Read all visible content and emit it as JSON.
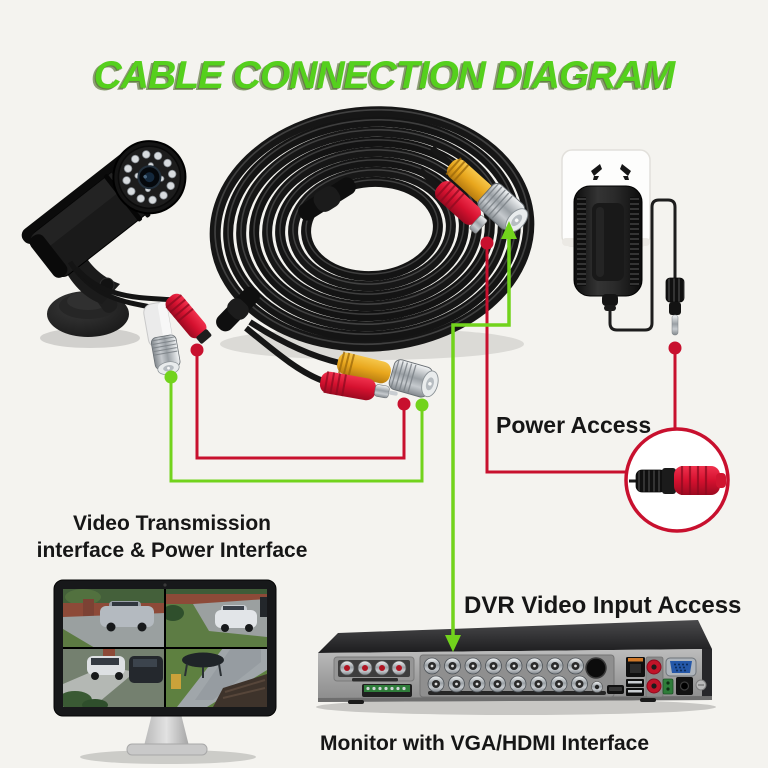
{
  "title": "CABLE CONNECTION DIAGRAM",
  "labels": {
    "power_access": "Power Access",
    "video_transmission": {
      "line1": "Video Transmission",
      "line2": "interface & Power Interface"
    },
    "dvr_video_input": "DVR Video Input Access",
    "monitor_interface": "Monitor with VGA/HDMI Interface"
  },
  "colors": {
    "title_green": "#55d01d",
    "line_green": "#72d31c",
    "line_red": "#c8102e",
    "label_text": "#161616",
    "background": "#f4f3ef"
  },
  "components": {
    "camera": "bullet-security-camera-with-bnc-and-power-pigtails",
    "cable": "coiled-siamese-video-power-cable-with-bnc-and-dc-connectors",
    "power_adapter": "wall-outlet-with-dc-power-adapter-and-plug",
    "power_access_detail": "mated-dc-power-connectors-in-red-circle",
    "monitor": "monitor-showing-4-channel-cctv-quad-view",
    "dvr": "16-channel-dvr-rear-panel-with-bnc-video-inputs-vga-hdmi"
  },
  "connections": [
    {
      "from": "camera-power-pigtail",
      "to": "cable-dc-connector-camera-end",
      "color": "red"
    },
    {
      "from": "camera-bnc-pigtail",
      "to": "cable-bnc-connector-camera-end",
      "color": "green"
    },
    {
      "from": "cable-dc-connector-dvr-end",
      "to": "power-adapter-dc-plug",
      "color": "red",
      "label": "Power Access"
    },
    {
      "from": "cable-bnc-connector-dvr-end",
      "to": "dvr-video-input-port",
      "color": "green",
      "label": "DVR Video Input Access"
    }
  ]
}
